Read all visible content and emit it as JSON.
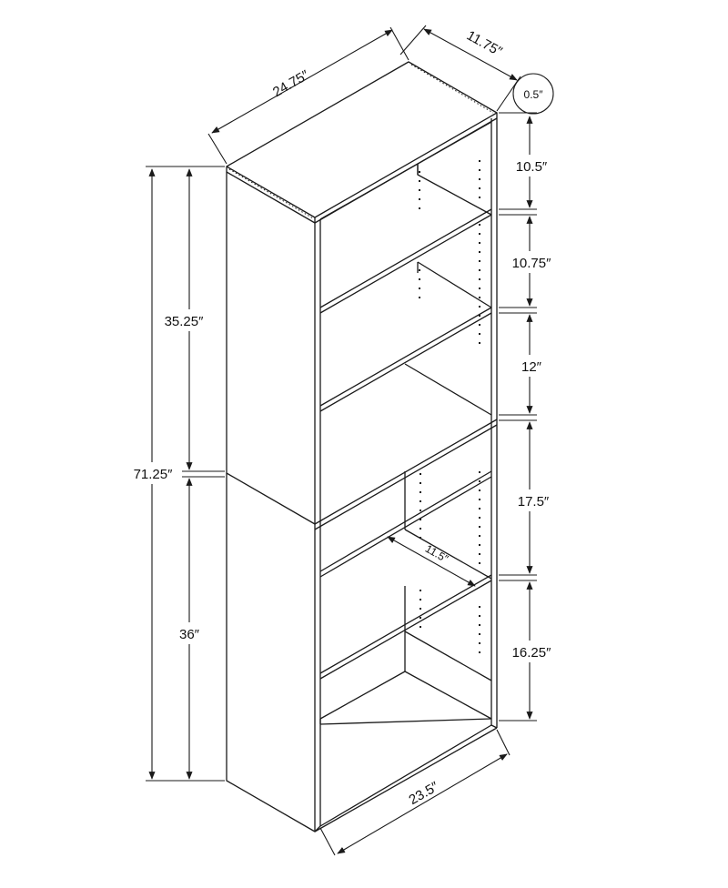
{
  "diagram": {
    "line_color": "#1a1a1a",
    "dimensions": {
      "width_top": "24.75″",
      "depth_top": "11.75″",
      "panel_thickness": "0.5″",
      "shelf_1": "10.5″",
      "shelf_2": "10.75″",
      "shelf_3": "12″",
      "shelf_4": "17.5″",
      "shelf_5": "16.25″",
      "upper_height": "35.25″",
      "total_height": "71.25″",
      "lower_height": "36″",
      "shelf_depth": "11.5″",
      "width_bottom": "23.5″"
    }
  }
}
